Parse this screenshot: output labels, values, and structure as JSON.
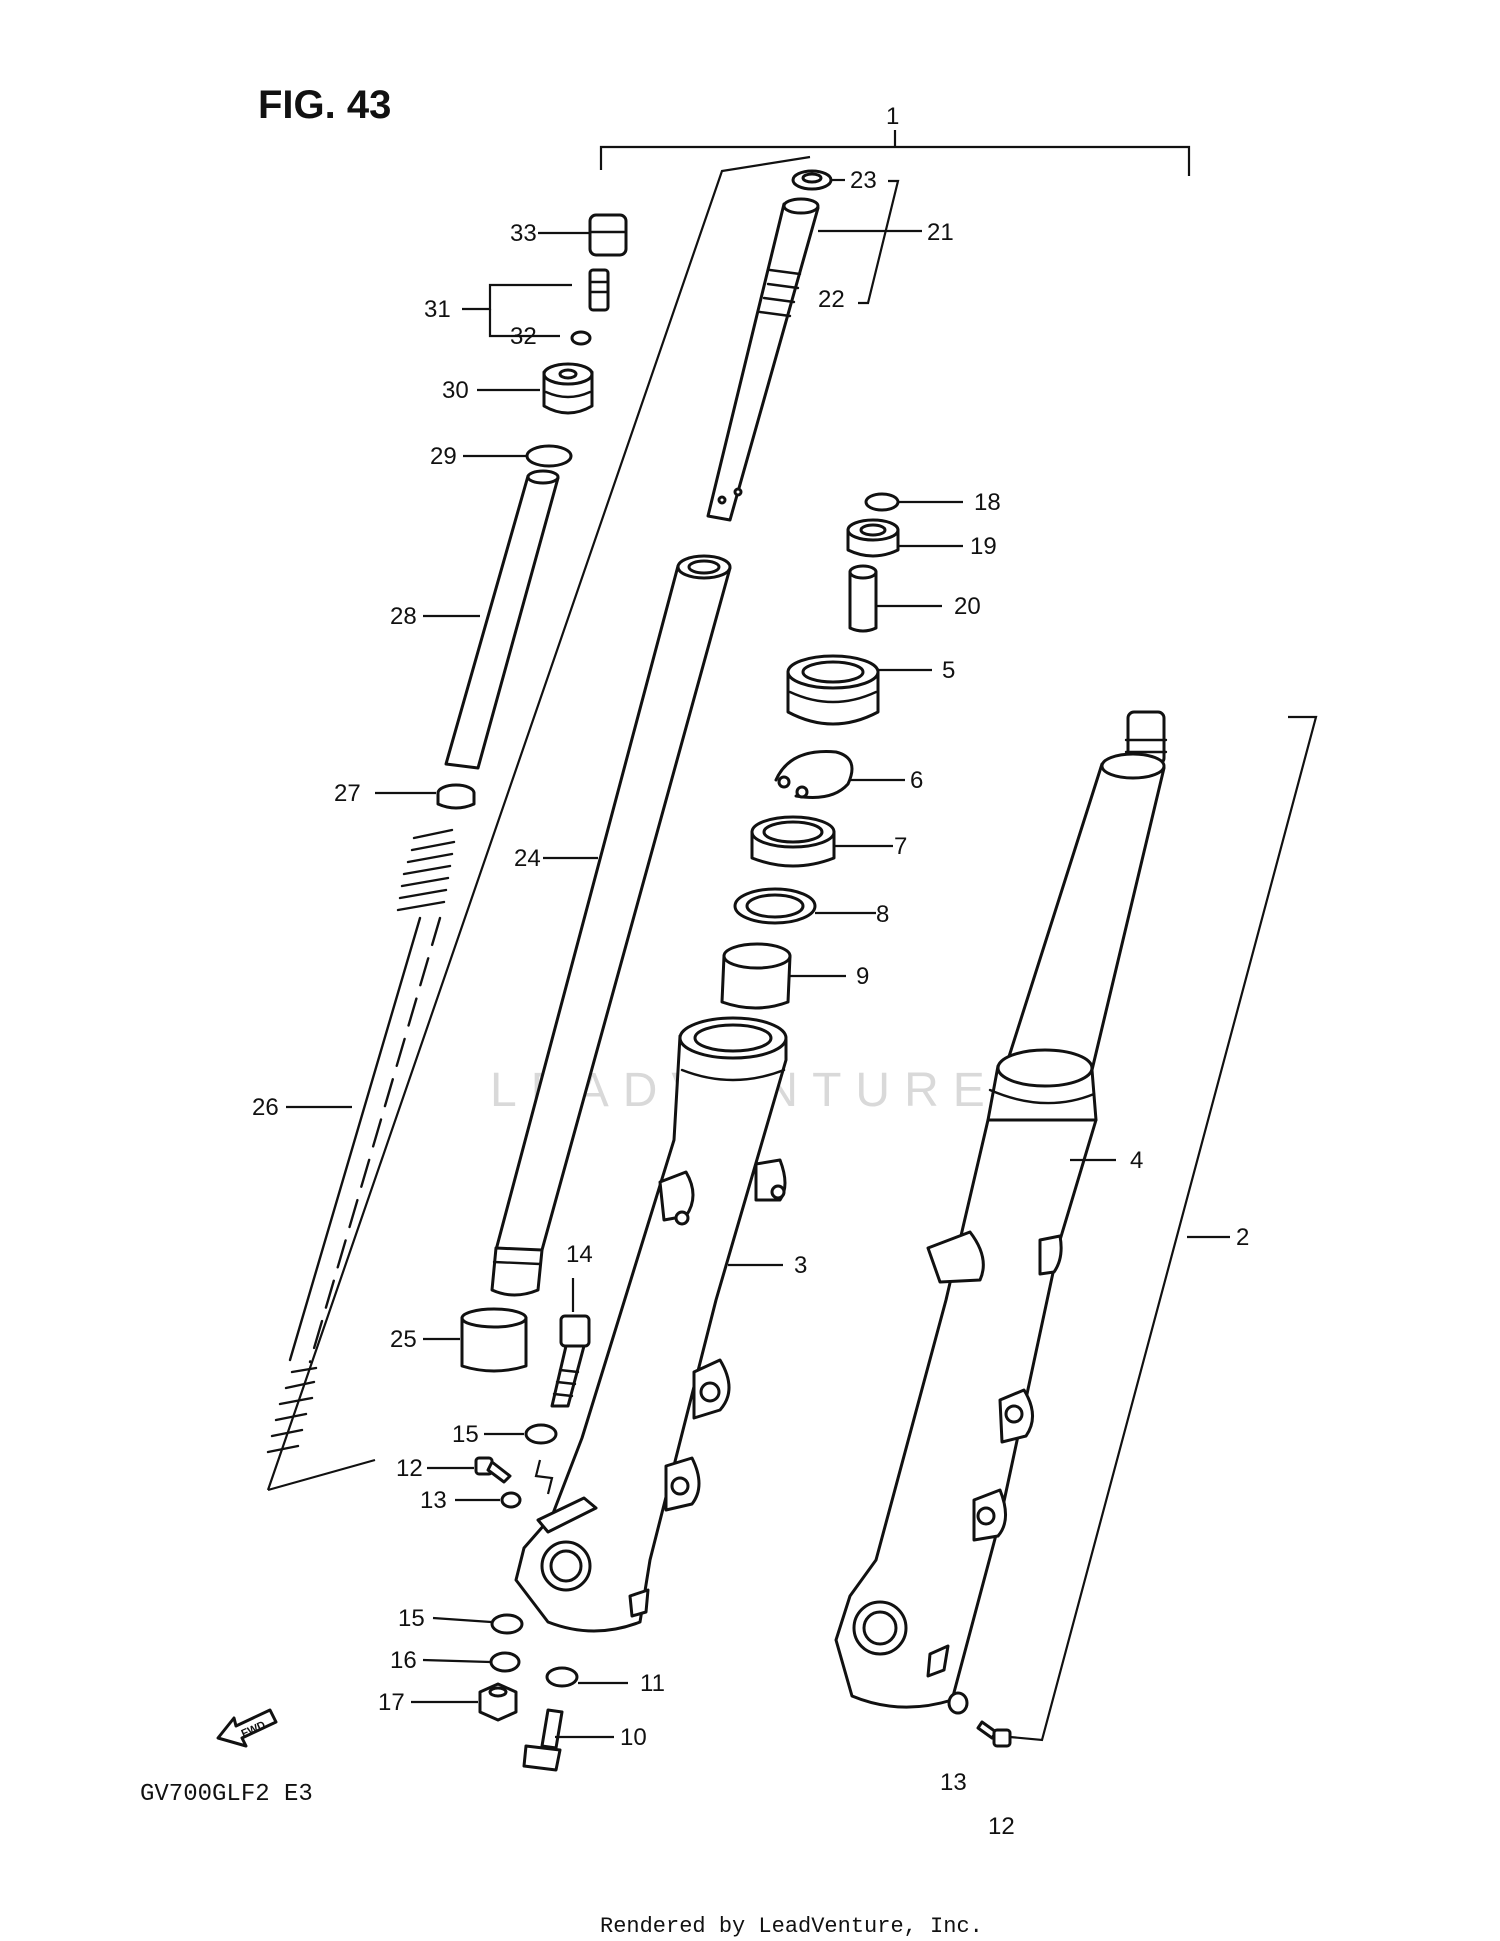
{
  "figure": {
    "title": "FIG. 43",
    "model_code": "GV700GLF2  E3",
    "credit": "Rendered by LeadVenture, Inc.",
    "watermark": "LEADVENTURE",
    "fwd_arrow_label": "FWD"
  },
  "callouts": {
    "c1": "1",
    "c2": "2",
    "c3": "3",
    "c4": "4",
    "c5": "5",
    "c6": "6",
    "c7": "7",
    "c8": "8",
    "c9": "9",
    "c10": "10",
    "c11": "11",
    "c12a": "12",
    "c12b": "12",
    "c13a": "13",
    "c13b": "13",
    "c14": "14",
    "c15a": "15",
    "c15b": "15",
    "c16": "16",
    "c17": "17",
    "c18": "18",
    "c19": "19",
    "c20": "20",
    "c21": "21",
    "c22": "22",
    "c23": "23",
    "c24": "24",
    "c25": "25",
    "c26": "26",
    "c27": "27",
    "c28": "28",
    "c29": "29",
    "c30": "30",
    "c31": "31",
    "c32": "32",
    "c33": "33"
  },
  "colors": {
    "ink": "#111111",
    "paper": "#ffffff",
    "watermark": "#d9d9d9"
  }
}
